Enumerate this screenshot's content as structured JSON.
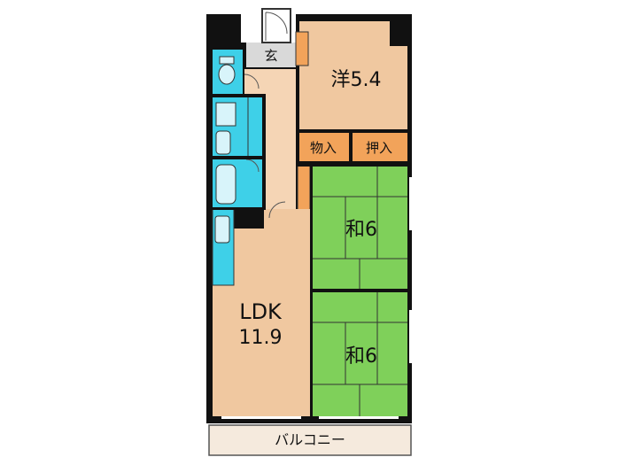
{
  "rooms": {
    "entrance": "玄",
    "western_room": "洋5.4",
    "storage": "物入",
    "closet": "押入",
    "japanese_room_1": "和6",
    "japanese_room_2": "和6",
    "ldk_name": "LDK",
    "ldk_size": "11.9",
    "balcony": "バルコニー"
  },
  "colors": {
    "wood_floor": "#f0c8a0",
    "tatami": "#7fd05a",
    "wet_area": "#3ed0e8",
    "storage_orange": "#f2a35a",
    "corridor": "#f5d5b5",
    "entrance_floor": "#d9d9d9",
    "balcony": "#f5eadd",
    "wall": "#111111"
  }
}
